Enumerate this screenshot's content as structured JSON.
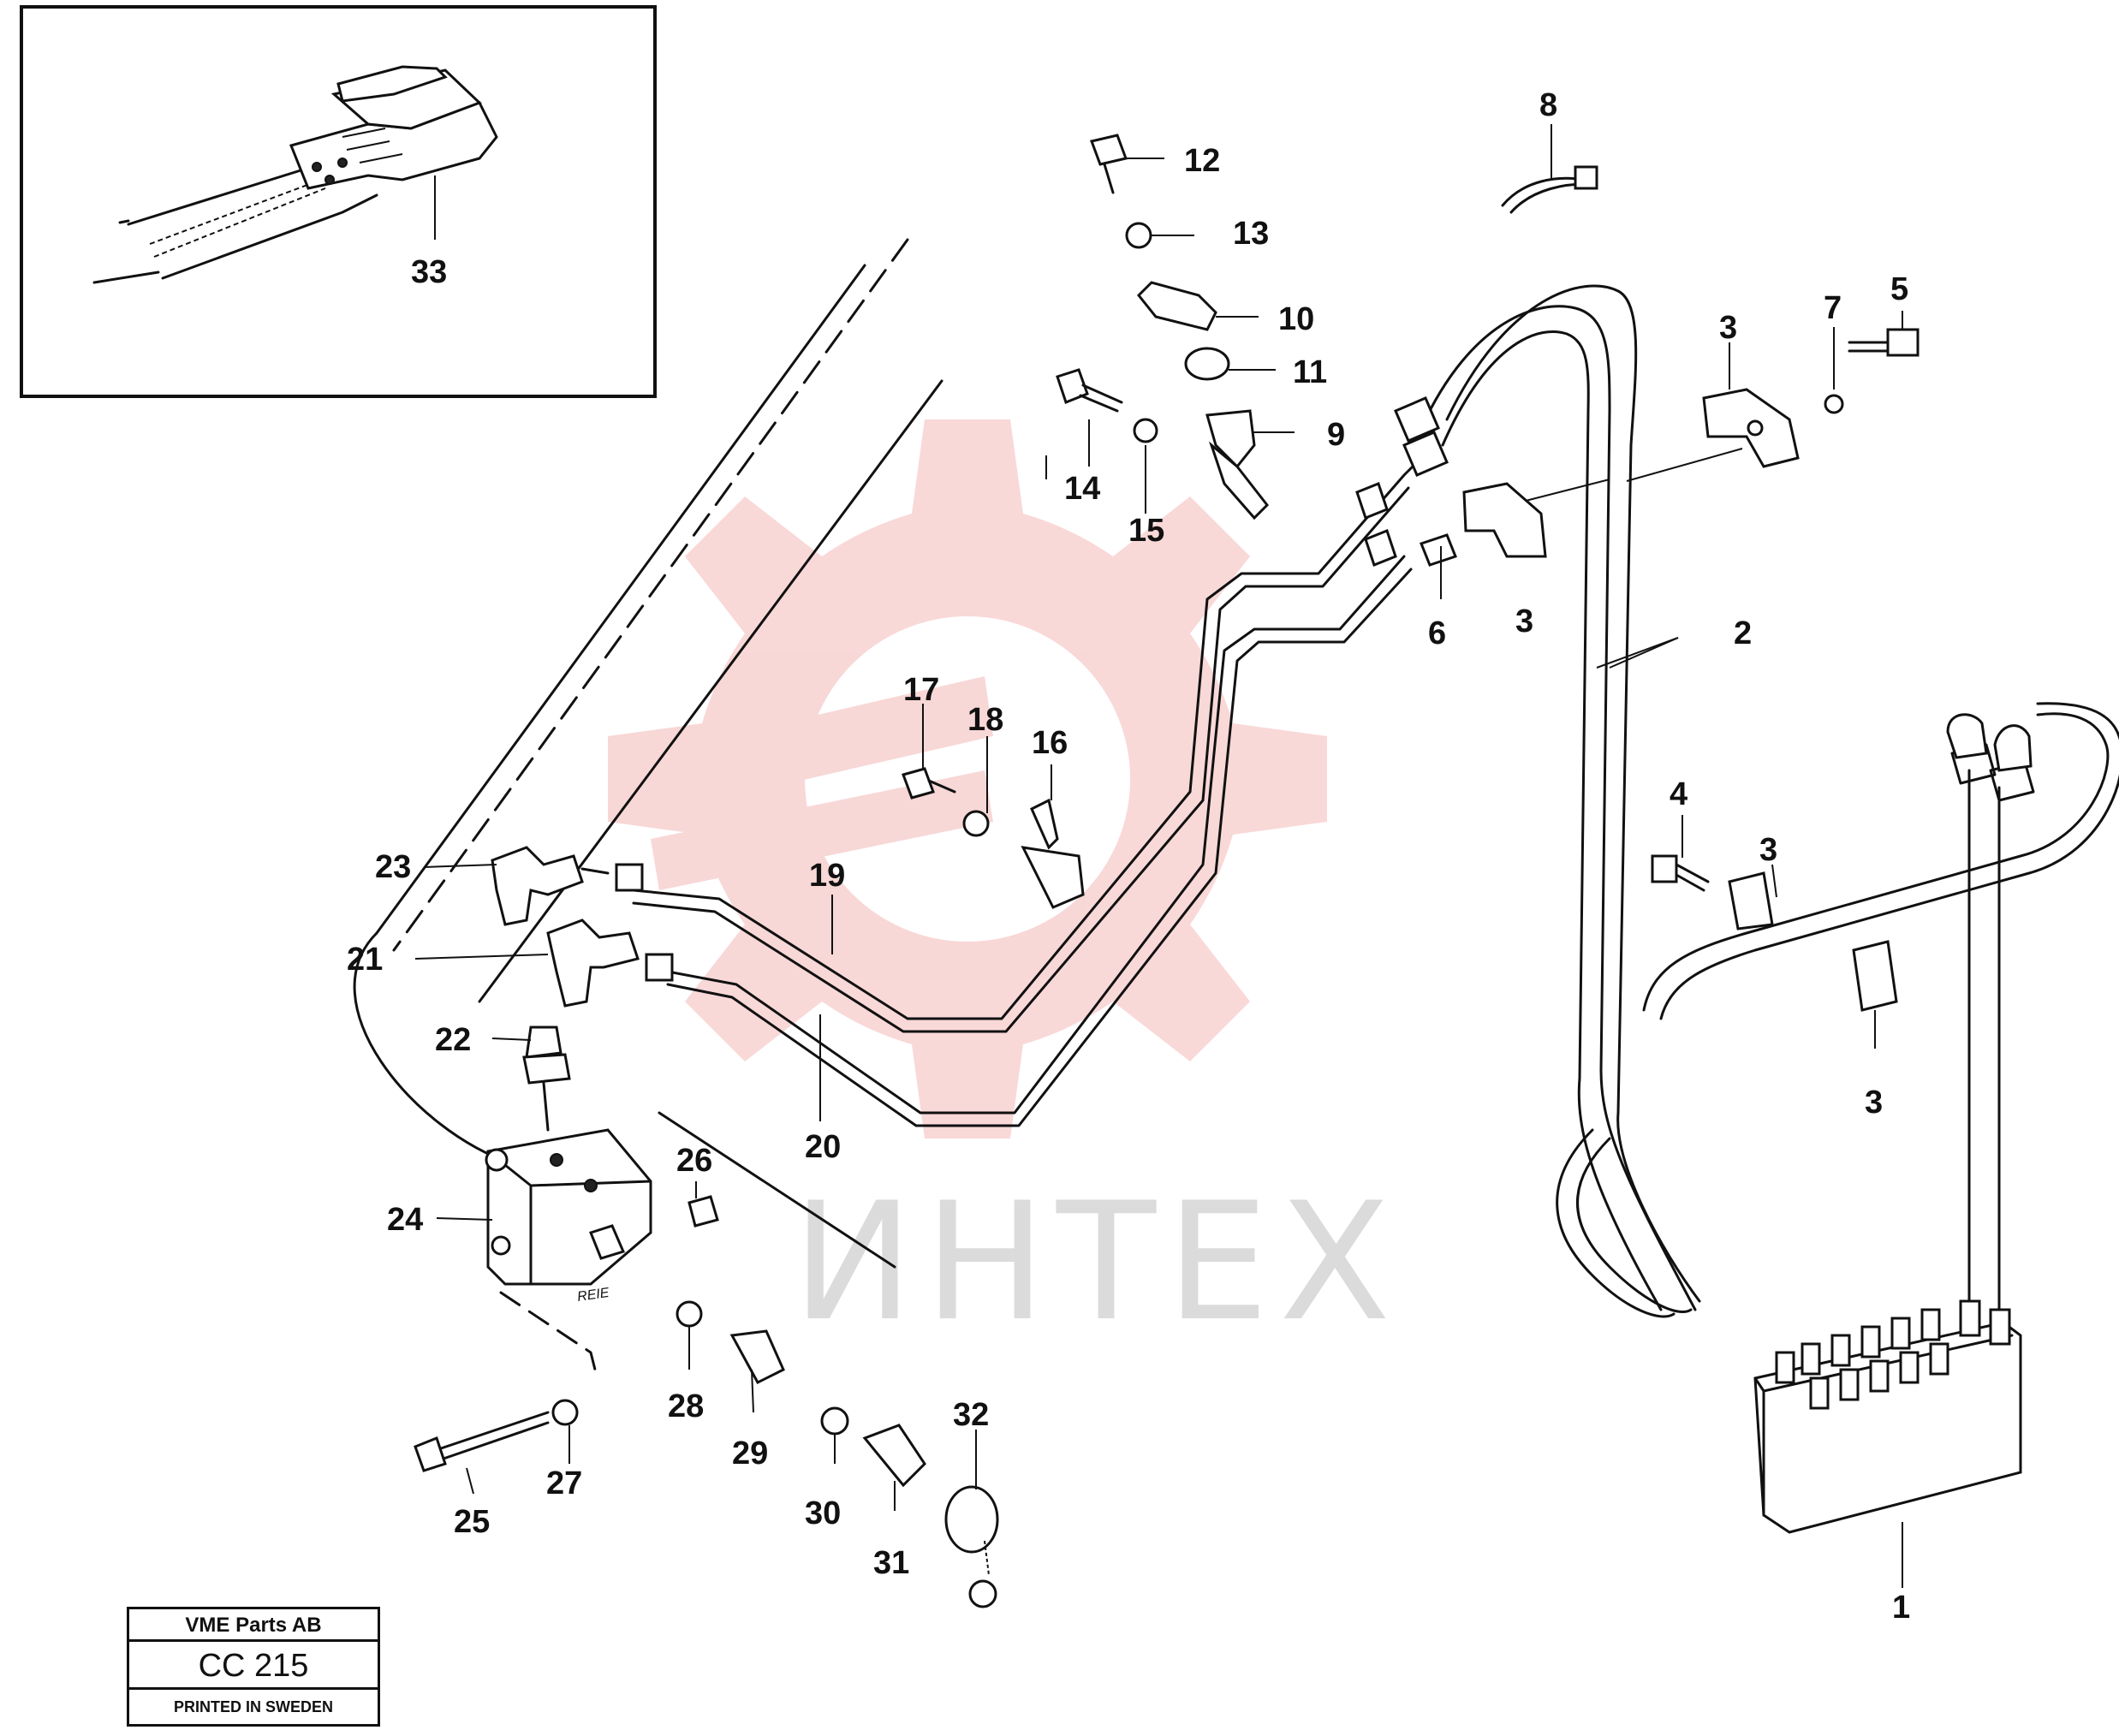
{
  "watermark": {
    "text": "ИНТЕХ",
    "color": "#f2b7b7"
  },
  "title_block": {
    "company": "VME Parts AB",
    "code": "CC 215",
    "printed": "PRINTED IN SWEDEN"
  },
  "inset": {
    "callout": "33"
  },
  "component_mark": "REIE",
  "callouts": {
    "c1": "1",
    "c2": "2",
    "c3a": "3",
    "c3b": "3",
    "c3c": "3",
    "c3d": "3",
    "c4": "4",
    "c5": "5",
    "c6": "6",
    "c7": "7",
    "c8": "8",
    "c9": "9",
    "c10": "10",
    "c11": "11",
    "c12": "12",
    "c13": "13",
    "c14": "14",
    "c15": "15",
    "c16": "16",
    "c17": "17",
    "c18": "18",
    "c19": "19",
    "c20": "20",
    "c21": "21",
    "c22": "22",
    "c23": "23",
    "c24": "24",
    "c25": "25",
    "c26": "26",
    "c27": "27",
    "c28": "28",
    "c29": "29",
    "c30": "30",
    "c31": "31",
    "c32": "32"
  }
}
